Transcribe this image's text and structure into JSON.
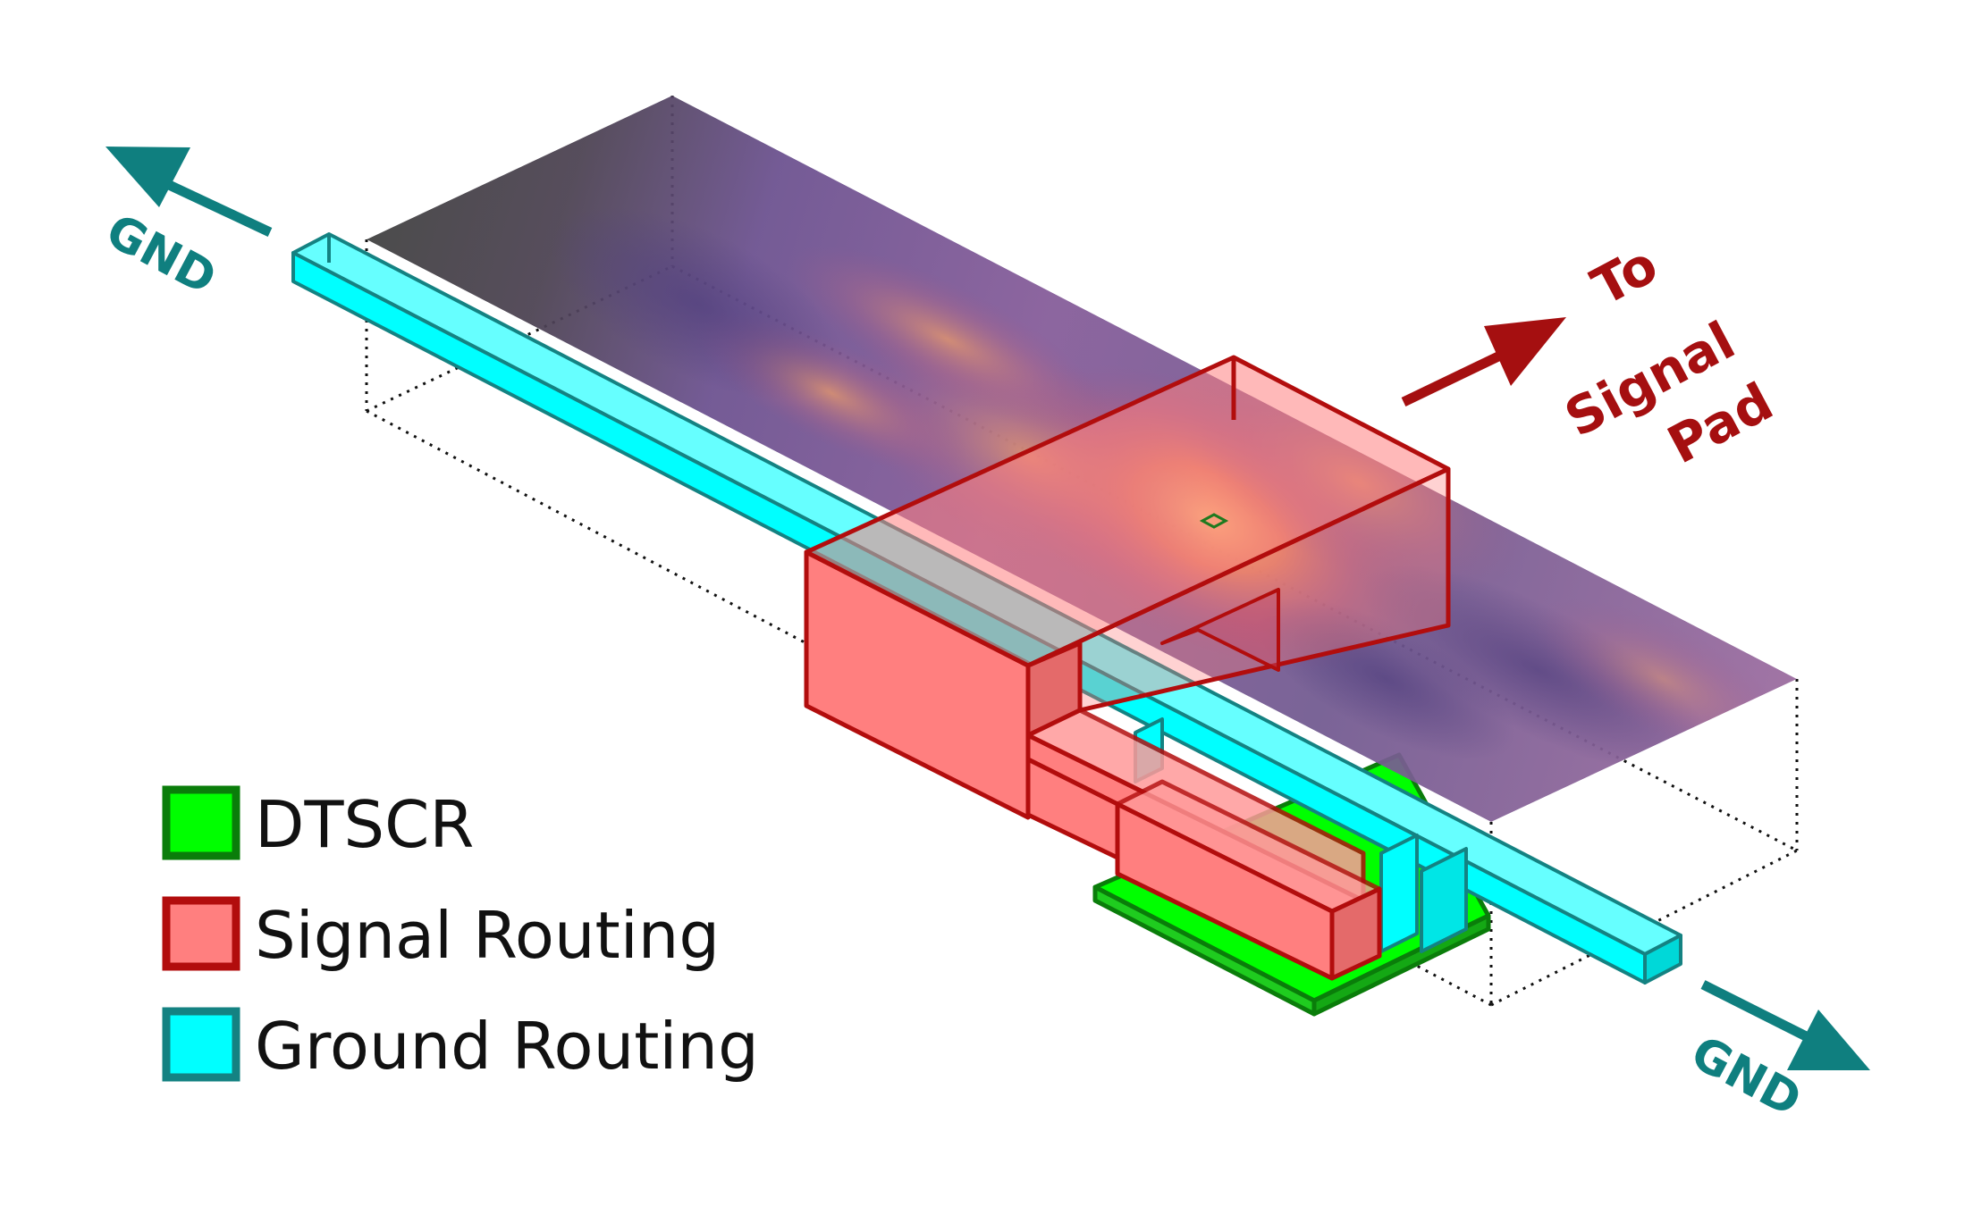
{
  "labels": {
    "gnd_left": "GND",
    "gnd_right": "GND",
    "signal_line1": "To",
    "signal_line2": "Signal",
    "signal_line3": "Pad"
  },
  "legend": [
    {
      "label": "DTSCR",
      "fill": "#00ff00",
      "stroke": "#0a7d0a"
    },
    {
      "label": "Signal Routing",
      "fill": "#ff7f7f",
      "stroke": "#b20d0d"
    },
    {
      "label": "Ground Routing",
      "fill": "#00ffff",
      "stroke": "#148282"
    }
  ],
  "colors": {
    "ground_arrow": "#0f7f7f",
    "signal_arrow": "#a50f10",
    "heatmap_low": "#5a3f86",
    "heatmap_high": "#ffb36a",
    "heatmap_dark": "#3f3f3f"
  }
}
